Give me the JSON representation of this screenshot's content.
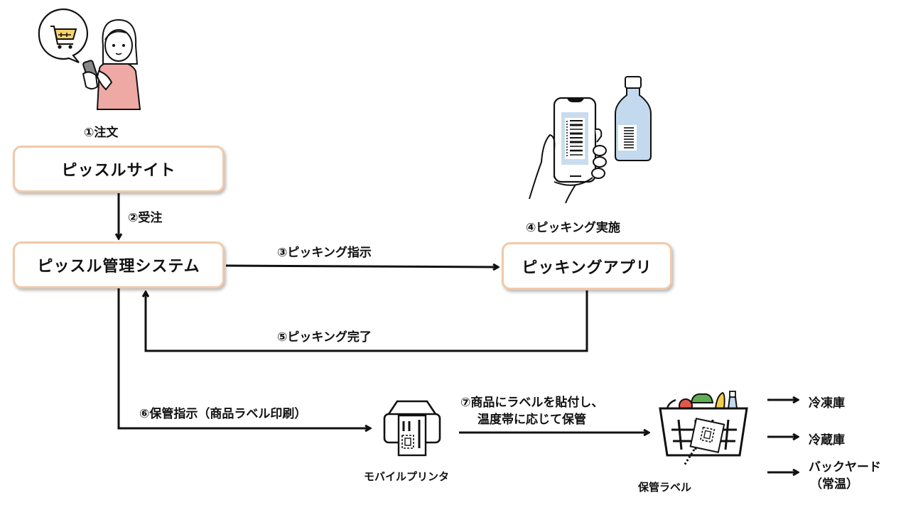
{
  "diagram": {
    "nodes": {
      "site": "ピッスルサイト",
      "management_system": "ピッスル管理システム",
      "picking_app": "ピッキングアプリ"
    },
    "steps": {
      "step1": "①注文",
      "step2": "②受注",
      "step3": "③ピッキング指示",
      "step4": "④ピッキング実施",
      "step5": "⑤ピッキング完了",
      "step6": "⑥保管指示（商品ラベル印刷）",
      "step7_line1": "⑦商品にラベルを貼付し、",
      "step7_line2": "温度帯に応じて保管"
    },
    "captions": {
      "printer": "モバイルプリンタ",
      "storage_label": "保管ラベル"
    },
    "destinations": [
      {
        "label": "冷凍庫"
      },
      {
        "label": "冷蔵庫"
      },
      {
        "label_line1": "バックヤード",
        "label_line2": "（常温）"
      }
    ],
    "colors": {
      "node_border": "#f2c9a8",
      "shirt": "#efa9a4",
      "cart": "#f5d36b",
      "barcode_panel": "#c9dcef",
      "bottle": "#c3d9ee",
      "apple": "#e2574c",
      "leaf": "#5fae55",
      "banana": "#f3cd4c",
      "line": "#111111"
    }
  }
}
